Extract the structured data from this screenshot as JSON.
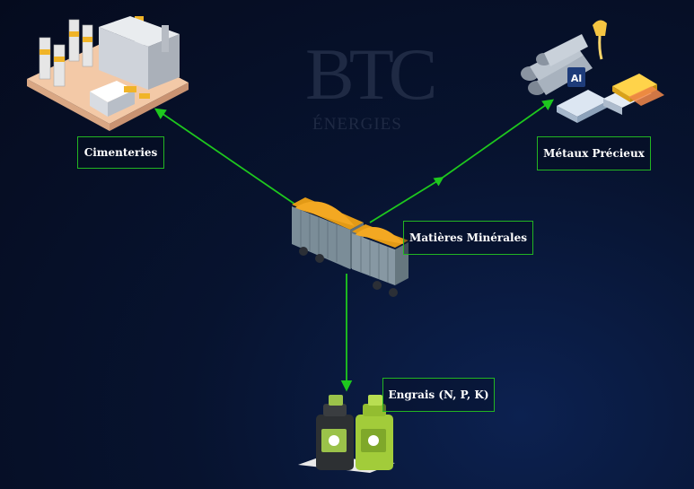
{
  "watermark": {
    "letters": "BTC",
    "subtitle": "ÉNERGIES"
  },
  "nodes": {
    "source": {
      "label": "Matières Minérales",
      "icon": "mineral-wagon-icon"
    },
    "cimenteries": {
      "label": "Cimenteries",
      "icon": "cement-factory-icon"
    },
    "metaux": {
      "label": "Métaux Précieux",
      "icon": "metal-ingots-icon"
    },
    "engrais": {
      "label": "Engrais (N, P, K)",
      "icon": "fertilizer-bottles-icon"
    }
  },
  "ingot_label": "Al",
  "colors": {
    "arrow": "#1ec81e",
    "label_border": "#22b522",
    "background": "#06112a"
  }
}
